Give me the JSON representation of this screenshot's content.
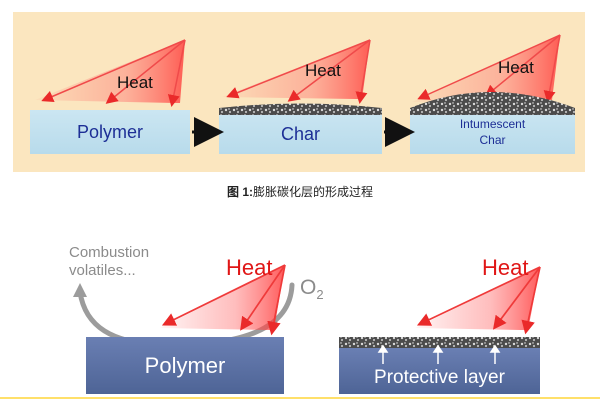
{
  "top": {
    "heat_labels": [
      "Heat",
      "Heat",
      "Heat"
    ],
    "box1": "Polymer",
    "box2": "Char",
    "box3_line1": "Intumescent",
    "box3_line2": "Char",
    "caption": {
      "prefix": "图 1:",
      "text": "膨胀碳化层的形成过程"
    }
  },
  "bottom": {
    "left": {
      "heat": "Heat",
      "combustion_line1": "Combustion",
      "combustion_line2": "volatiles...",
      "o2": "O",
      "o2_sub": "2",
      "polymer": "Polymer"
    },
    "right": {
      "heat": "Heat",
      "layer": "Protective layer"
    }
  },
  "colors": {
    "top_bg": "#fbe6bf",
    "top_box": "#bfe0ef",
    "heat_red": "#e01616",
    "bottom_box": "#6a86b5",
    "text_blue": "#1d2f96"
  }
}
